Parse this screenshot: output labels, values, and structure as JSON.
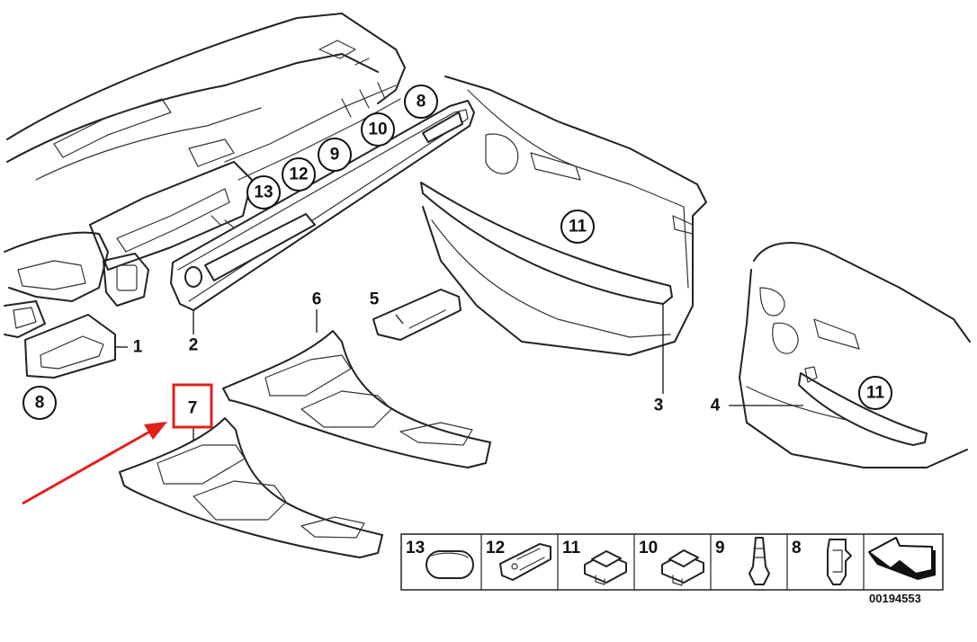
{
  "callouts": {
    "c13": "13",
    "c12": "12",
    "c9": "9",
    "c10": "10",
    "c8_top": "8",
    "c11_door": "11",
    "c11_rear": "11",
    "c8_left": "8"
  },
  "labels": {
    "l1": "1",
    "l2": "2",
    "l3": "3",
    "l4": "4",
    "l5": "5",
    "l6": "6",
    "l7": "7"
  },
  "legend": {
    "items": [
      "13",
      "12",
      "11",
      "10",
      "9",
      "8"
    ]
  },
  "document_number": "00194553",
  "colors": {
    "highlight": "#e0201b",
    "line": "#222222"
  },
  "icons": [
    "direction-arrow-icon"
  ]
}
